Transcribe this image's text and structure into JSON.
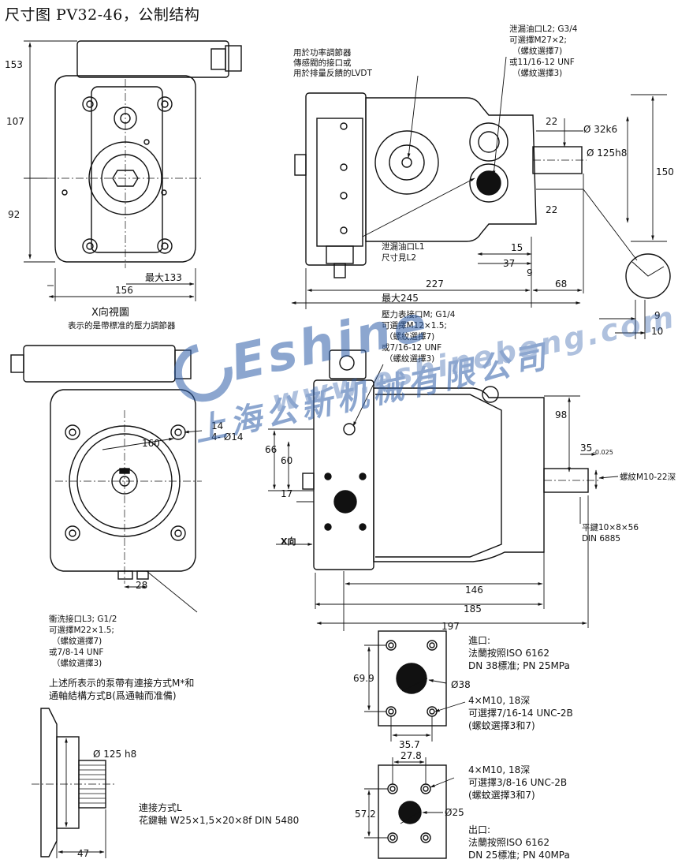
{
  "title": "尺寸图 PV32-46，公制结构",
  "watermark": {
    "brand": "Eshine",
    "company": "上海公新机械有限公司",
    "url": "www.eshinebeng.com",
    "color": "#2f5fa8"
  },
  "top_left_view": {
    "dims": {
      "d153": "153",
      "d107": "107",
      "d92": "92",
      "max133": "最大133",
      "d156": "156"
    }
  },
  "top_right_view": {
    "regulator_note": [
      "用於功率調節器",
      "傳感閥的接口或",
      "用於排量反饋的LVDT"
    ],
    "drain_l2_note": [
      "泄漏油口L2;  G3/4",
      "可選擇M27×2;",
      "（螺紋選擇7)",
      "或11/16-12   UNF",
      "（螺紋選擇3)"
    ],
    "dims": {
      "d22a": "22",
      "shaft": "Ø 32k6",
      "flange": "Ø 125h8",
      "d150": "150",
      "d22b": "22",
      "d15": "15",
      "d37": "37",
      "d9": "9",
      "d227": "227",
      "d68": "68",
      "max245": "最大245",
      "r9": "9",
      "r10": "10"
    },
    "drain_l1_note": [
      "泄漏油口L1",
      "尺寸見L2"
    ]
  },
  "x_view": {
    "title": "X向視圖",
    "subtitle": "表示的是帶標准的壓力調節器",
    "dims": {
      "d14": "14",
      "holes": "4- Ø14",
      "d160": "160",
      "d28": "28"
    },
    "flush_note": [
      "衝洗接口L3;  G1/2",
      "可選擇M22×1.5;",
      "（螺紋選擇7)",
      "或7/8-14 UNF",
      "（螺紋選擇3)"
    ]
  },
  "side_view": {
    "gauge_note": [
      "壓力表接口M;  G1/4",
      "可選擇M12×1.5;",
      "（螺紋選擇7)",
      "或7/16-12   UNF",
      "（螺紋選擇3)"
    ],
    "dims": {
      "d98": "98",
      "d35": "35",
      "tol35": "-0.025",
      "thread": "螺紋M10-22深",
      "d66": "66",
      "d60": "60",
      "d17": "17",
      "xdir": "X向",
      "key": "平鍵10×8×56",
      "din": "DIN 6885",
      "d146": "146",
      "d185": "185",
      "d197": "197"
    }
  },
  "through_drive_note": [
    "上述所表示的泵帶有連接方式M*和",
    "通軸結構方式B(爲通軸而准備)"
  ],
  "spline_view": {
    "flange": "Ø 125 h8",
    "spline_note": [
      "連接方式L",
      "花鍵軸 W25×1,5×20×8f DIN 5480"
    ],
    "d47": "47"
  },
  "inlet_flange": {
    "dims": {
      "d69_9": "69.9",
      "bore": "Ø38",
      "d35_7": "35.7"
    },
    "label": [
      "進口:",
      "法蘭按照ISO 6162",
      "DN 38標准; PN 25MPa"
    ],
    "thread_note": [
      "4×M10, 18深",
      "可選擇7/16-14 UNC-2B",
      "(螺蚊選擇3和7)"
    ]
  },
  "outlet_flange": {
    "dims": {
      "d27_8": "27.8",
      "d57_2": "57.2",
      "bore": "Ø25"
    },
    "thread_note": [
      "4×M10, 18深",
      "可選擇3/8-16 UNC-2B",
      "(螺蚊選擇3和7)"
    ],
    "label": [
      "出口:",
      "法蘭按照ISO 6162",
      "DN 25標准; PN 40MPa"
    ]
  }
}
